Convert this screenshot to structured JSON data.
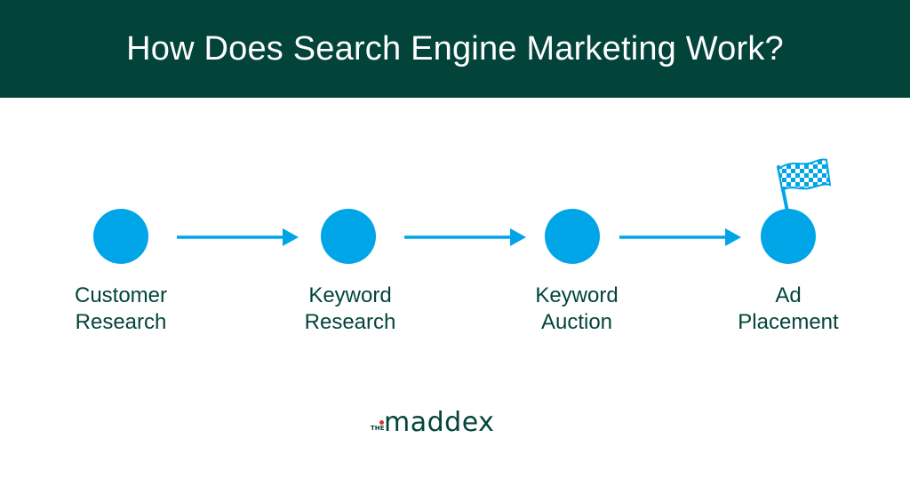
{
  "header": {
    "title": "How Does Search Engine Marketing Work?"
  },
  "steps": [
    {
      "line1": "Customer",
      "line2": "Research"
    },
    {
      "line1": "Keyword",
      "line2": "Research"
    },
    {
      "line1": "Keyword",
      "line2": "Auction"
    },
    {
      "line1": "Ad",
      "line2": "Placement"
    }
  ],
  "colors": {
    "header_bg": "#03443a",
    "circle": "#00a5e8",
    "text": "#03443a"
  },
  "brand": {
    "prefix": "THE",
    "name": "maddex"
  }
}
